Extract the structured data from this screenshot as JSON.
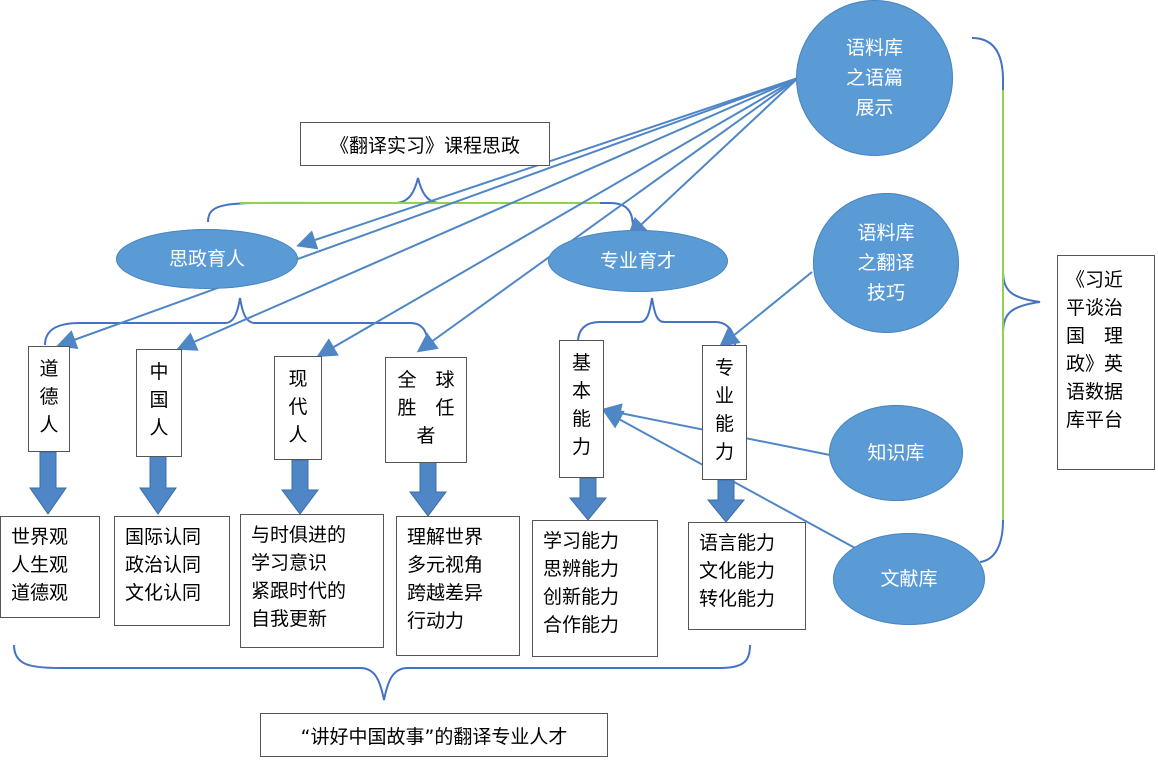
{
  "course_title": "《翻译实习》课程思政",
  "branches": {
    "moral": "思政育人",
    "professional": "专业育才"
  },
  "corpus_nodes": {
    "discourse": "语料库\n之语篇\n展示",
    "technique": "语料库\n之翻译\n技巧",
    "knowledge": "知识库",
    "literature": "文献库"
  },
  "platform": "《习近\n平谈治\n国　理\n政》英\n语数据\n库平台",
  "goals": [
    {
      "label": "道\n德\n人",
      "outcome": "世界观\n人生观\n道德观"
    },
    {
      "label": "中\n国\n人",
      "outcome": "国际认同\n政治认同\n文化认同"
    },
    {
      "label": "现\n代\n人",
      "outcome": "与时俱进的\n学习意识\n紧跟时代的\n自我更新"
    },
    {
      "label": "全　球\n胜　任\n者",
      "outcome": "理解世界\n多元视角\n跨越差异\n行动力"
    },
    {
      "label": "基\n本\n能\n力",
      "outcome": "学习能力\n思辨能力\n创新能力\n合作能力"
    },
    {
      "label": "专\n业\n能\n力",
      "outcome": "语言能力\n文化能力\n转化能力"
    }
  ],
  "bottom_title": "“讲好中国故事”的翻译专业人才",
  "colors": {
    "node_fill": "#5b9bd5",
    "arrow_fill": "#4f86c6",
    "bracket": "#4472c4",
    "bracket_green": "#92d050"
  }
}
